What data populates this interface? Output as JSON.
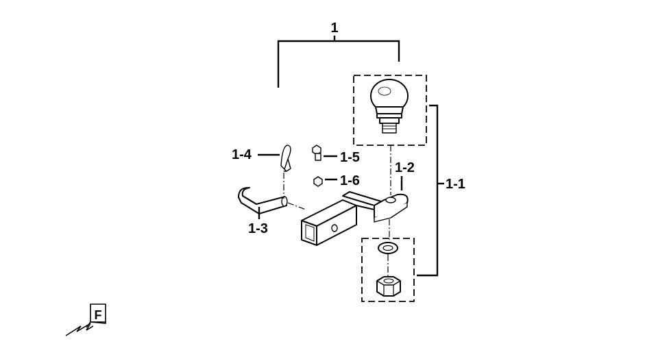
{
  "callouts": {
    "assembly": "1",
    "ball_mount_set": "1-1",
    "drawbar": "1-2",
    "hitch_pin": "1-3",
    "clip_pin": "1-4",
    "bolt": "1-5",
    "nut": "1-6"
  },
  "front_marker": "F"
}
